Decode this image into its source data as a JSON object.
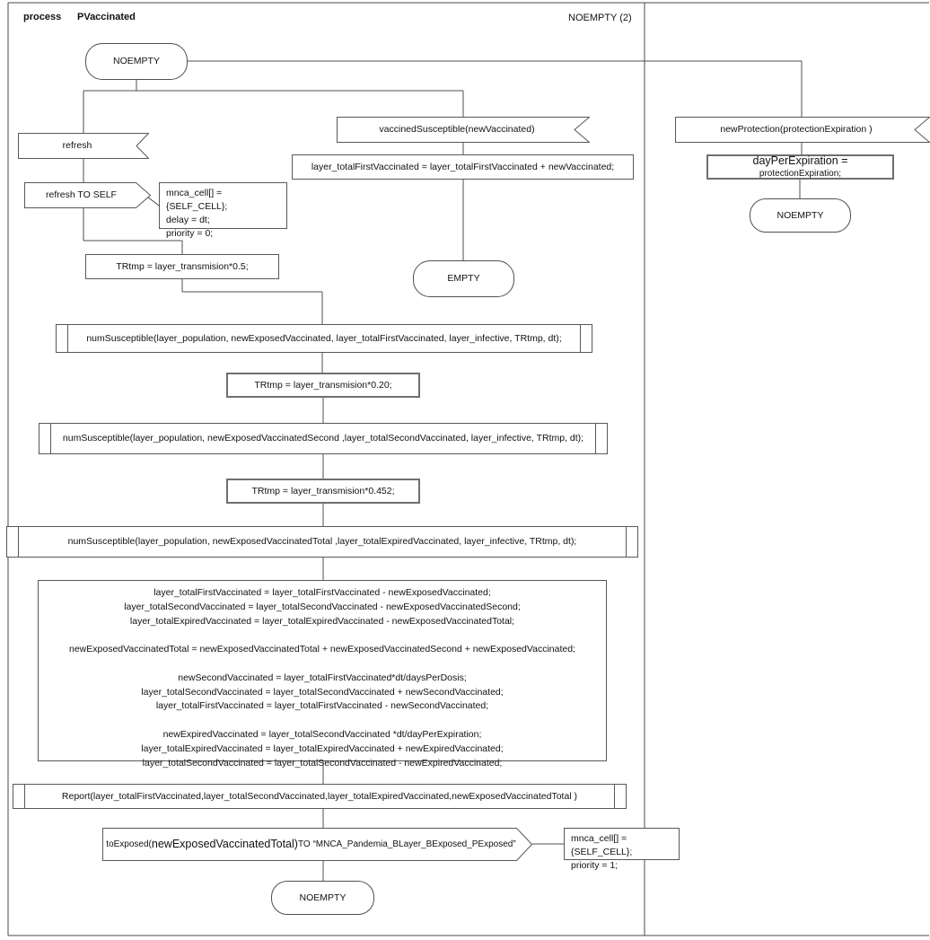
{
  "header": {
    "process_label": "process",
    "process_name": "PVaccinated",
    "state_label": "NOEMPTY (2)"
  },
  "colors": {
    "background": "#ffffff",
    "shape_border": "#585858",
    "text": "#111111"
  },
  "nodes": {
    "noempty_top": "NOEMPTY",
    "refresh_recv": "refresh",
    "refresh_send": "refresh TO SELF",
    "note_refresh": "mnca_cell[] = {SELF_CELL};\ndelay = dt;\npriority = 0;",
    "vaccined_recv": "vaccinedSusceptible(newVaccinated)",
    "first_vacc_assign": "layer_totalFirstVaccinated = layer_totalFirstVaccinated + newVaccinated;",
    "empty_term": "EMPTY",
    "new_protection_recv": "newProtection(protectionExpiration )",
    "day_per_expiration": {
      "big": "dayPerExpiration = ",
      "small": "protectionExpiration;"
    },
    "noempty_right": "NOEMPTY",
    "trtmp1": "TRtmp  = layer_transmision*0.5;",
    "num_susceptible1": "numSusceptible(layer_population, newExposedVaccinated, layer_totalFirstVaccinated, layer_infective, TRtmp, dt);",
    "trtmp2": "TRtmp = layer_transmision*0.20;",
    "num_susceptible2": "numSusceptible(layer_population, newExposedVaccinatedSecond ,layer_totalSecondVaccinated, layer_infective, TRtmp, dt);",
    "trtmp3": "TRtmp = layer_transmision*0.452;",
    "num_susceptible3": "numSusceptible(layer_population, newExposedVaccinatedTotal ,layer_totalExpiredVaccinated, layer_infective, TRtmp, dt);",
    "update_block": "layer_totalFirstVaccinated = layer_totalFirstVaccinated - newExposedVaccinated;\nlayer_totalSecondVaccinated = layer_totalSecondVaccinated - newExposedVaccinatedSecond;\nlayer_totalExpiredVaccinated = layer_totalExpiredVaccinated - newExposedVaccinatedTotal;\n\nnewExposedVaccinatedTotal = newExposedVaccinatedTotal + newExposedVaccinatedSecond  + newExposedVaccinated;\n\nnewSecondVaccinated = layer_totalFirstVaccinated*dt/daysPerDosis;\nlayer_totalSecondVaccinated = layer_totalSecondVaccinated + newSecondVaccinated;\nlayer_totalFirstVaccinated = layer_totalFirstVaccinated - newSecondVaccinated;\n\nnewExpiredVaccinated = layer_totalSecondVaccinated *dt/dayPerExpiration;\nlayer_totalExpiredVaccinated = layer_totalExpiredVaccinated + newExpiredVaccinated;\nlayer_totalSecondVaccinated = layer_totalSecondVaccinated - newExpiredVaccinated;",
    "report_call": "Report(layer_totalFirstVaccinated,layer_totalSecondVaccinated,layer_totalExpiredVaccinated,newExposedVaccinatedTotal )",
    "to_exposed": {
      "pre": "toExposed(",
      "big": "newExposedVaccinatedTotal)",
      "post": " TO “MNCA_Pandemia_BLayer_BExposed_PExposed”"
    },
    "note_to_exposed": "mnca_cell[] = {SELF_CELL};\npriority = 1;",
    "noempty_bottom": "NOEMPTY"
  }
}
